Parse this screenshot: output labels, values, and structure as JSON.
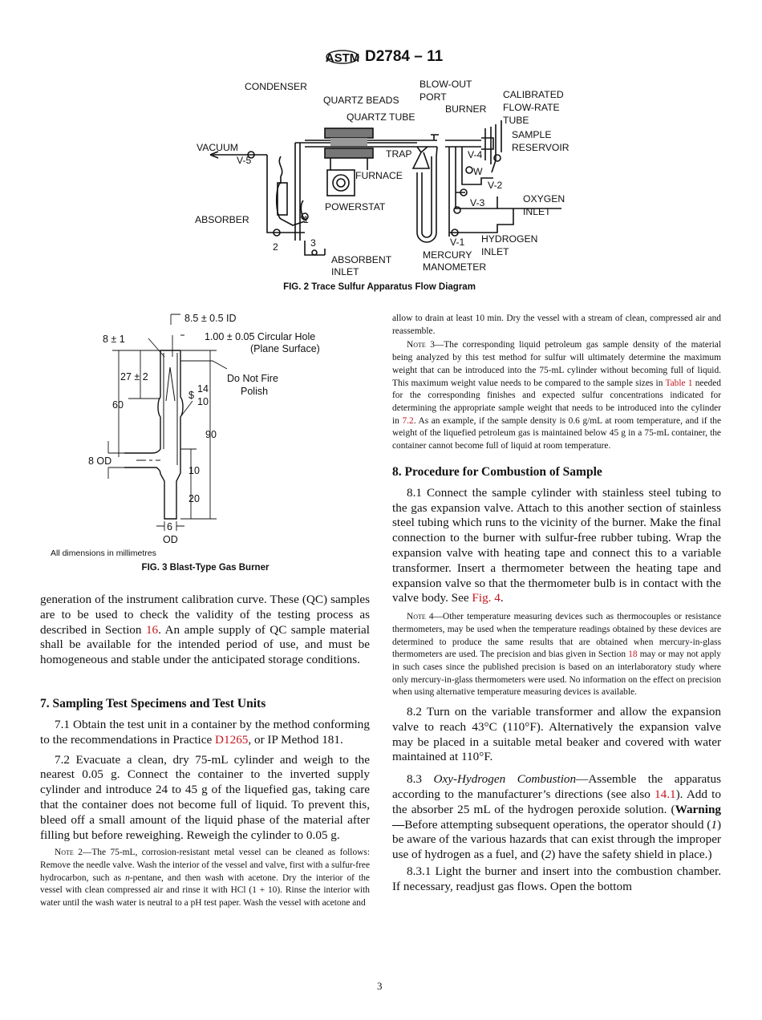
{
  "header": {
    "logo": "ASTM",
    "designation": "D2784 – 11"
  },
  "figure2": {
    "caption": "FIG. 2 Trace Sulfur Apparatus Flow Diagram",
    "labels": {
      "condenser": "CONDENSER",
      "quartz_beads": "QUARTZ BEADS",
      "quartz_tube": "QUARTZ TUBE",
      "blowout_1": "BLOW-OUT",
      "blowout_2": "PORT",
      "burner": "BURNER",
      "calibrated_1": "CALIBRATED",
      "calibrated_2": "FLOW-RATE",
      "calibrated_3": "TUBE",
      "sample_1": "SAMPLE",
      "sample_2": "RESERVOIR",
      "vacuum": "VACUUM",
      "v5": "V-5",
      "trap": "TRAP",
      "v4": "V-4",
      "furnace": "FURNACE",
      "w": "W",
      "v2": "V-2",
      "oxygen_1": "OXYGEN",
      "oxygen_2": "INLET",
      "powerstat": "POWERSTAT",
      "v3": "V-3",
      "absorber": "ABSORBER",
      "n1": "1",
      "v1": "V-1",
      "hydrogen_1": "HYDROGEN",
      "hydrogen_2": "INLET",
      "n2": "2",
      "n3": "3",
      "absorbent_1": "ABSORBENT",
      "absorbent_2": "INLET",
      "mercury_1": "MERCURY",
      "mercury_2": "MANOMETER"
    }
  },
  "figure3": {
    "caption": "FIG. 3 Blast-Type Gas Burner",
    "note": "All dimensions in millimetres",
    "labels": {
      "id": "8.5 ± 0.5 ID",
      "top": "8 ± 1",
      "hole": "1.00 ± 0.05 Circular Hole",
      "plane": "(Plane Surface)",
      "d27": "27 ± 2",
      "fire_1": "Do Not Fire",
      "fire_2": "Polish",
      "joint_top": "14",
      "joint_bottom": "10",
      "d60": "60",
      "d90": "90",
      "od8": "8 OD",
      "d10": "10",
      "d20": "20",
      "d6": "6",
      "od": "OD"
    }
  },
  "left": {
    "p_generation": [
      "generation of the instrument calibration curve. These (QC) samples are to be used to check the validity of the testing process as described in Section ",
      "16",
      ". An ample supply of QC sample material shall be available for the intended period of use, and must be homogeneous and stable under the anticipated storage conditions."
    ],
    "h7": "7. Sampling Test Specimens and Test Units",
    "p71": [
      "7.1 Obtain the test unit in a container by the method conforming to the recommendations in Practice ",
      "D1265",
      ", or IP Method 181."
    ],
    "p72": "7.2 Evacuate a clean, dry 75-mL cylinder and weigh to the nearest 0.05 g. Connect the container to the inverted supply cylinder and introduce 24 to 45 g of the liquefied gas, taking care that the container does not become full of liquid. To prevent this, bleed off a small amount of the liquid phase of the material after filling but before reweighing. Reweigh the cylinder to 0.05 g.",
    "note2": [
      "Note",
      " 2—The 75-mL, corrosion-resistant metal vessel can be cleaned as follows: Remove the needle valve. Wash the interior of the vessel and valve, first with a sulfur-free hydrocarbon, such as ",
      "n",
      "-pentane, and then wash with acetone. Dry the interior of the vessel with clean compressed air and rinse it with HCl (1 + 10). Rinse the interior with water until the wash water is neutral to a pH test paper. Wash the vessel with acetone and"
    ]
  },
  "right": {
    "p_cont": "allow to drain at least 10 min. Dry the vessel with a stream of clean, compressed air and reassemble.",
    "note3": [
      "Note",
      " 3—The corresponding liquid petroleum gas sample density of the material being analyzed by this test method for sulfur will ultimately determine the maximum weight that can be introduced into the 75-mL cylinder without becoming full of liquid. This maximum weight value needs to be compared to the sample sizes in ",
      "Table 1",
      " needed for the corresponding finishes and expected sulfur concentrations indicated for determining the appropriate sample weight that needs to be introduced into the cylinder in ",
      "7.2",
      ". As an example, if the sample density is 0.6 g/mL at room temperature, and if the weight of the liquefied petroleum gas is maintained below 45 g in a 75-mL container, the container cannot become full of liquid at room temperature."
    ],
    "h8": "8. Procedure for Combustion of Sample",
    "p81": [
      "8.1 Connect the sample cylinder with stainless steel tubing to the gas expansion valve. Attach to this another section of stainless steel tubing which runs to the vicinity of the burner. Make the final connection to the burner with sulfur-free rubber tubing. Wrap the expansion valve with heating tape and connect this to a variable transformer. Insert a thermometer between the heating tape and expansion valve so that the thermometer bulb is in contact with the valve body. See ",
      "Fig. 4",
      "."
    ],
    "note4": [
      "Note",
      " 4—Other temperature measuring devices such as thermocouples or resistance thermometers, may be used when the temperature readings obtained by these devices are determined to produce the same results that are obtained when mercury-in-glass thermometers are used. The precision and bias given in Section ",
      "18",
      " may or may not apply in such cases since the published precision is based on an interlaboratory study where only mercury-in-glass thermometers were used. No information on the effect on precision when using alternative temperature measuring devices is available."
    ],
    "p82": "8.2 Turn on the variable transformer and allow the expansion valve to reach 43°C (110°F). Alternatively the expansion valve may be placed in a suitable metal beaker and covered with water maintained at 110°F.",
    "p83": [
      "8.3 ",
      "Oxy-Hydrogen Combustion",
      "—Assemble the apparatus according to the manufacturer’s directions (see also ",
      "14.1",
      "). Add to the absorber 25 mL of the hydrogen peroxide solution. (",
      "Warning—",
      "Before attempting subsequent operations, the operator should (",
      "1",
      ") be aware of the various hazards that can exist through the improper use of hydrogen as a fuel, and (",
      "2",
      ") have the safety shield in place.)"
    ],
    "p831": "8.3.1 Light the burner and insert into the combustion chamber. If necessary, readjust gas flows. Open the bottom"
  },
  "page_number": "3",
  "colors": {
    "link": "#c4161c",
    "text": "#111111"
  }
}
